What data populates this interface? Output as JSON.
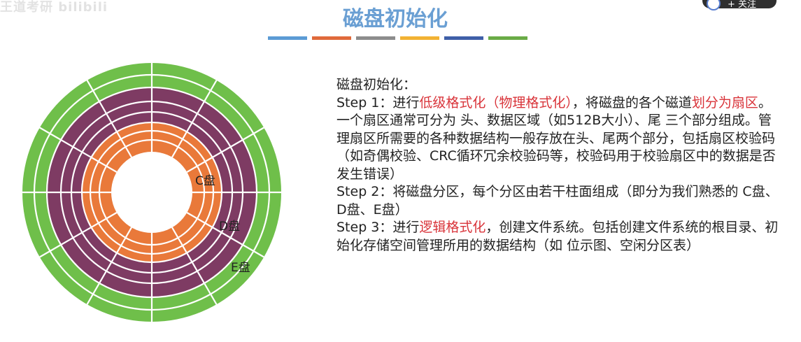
{
  "watermark": "王道考研 bilibili",
  "follow": {
    "label": "+ 关注"
  },
  "title": "磁盘初始化",
  "colors": {
    "title": "#6a9fd3",
    "highlight": "#d9343a",
    "ring_outer": "#6fbf4a",
    "ring_middle": "#7e3b63",
    "ring_inner": "#e9793a",
    "color_bar": [
      "#5b9bd5",
      "#e06a3b",
      "#8c8c8c",
      "#f2b233",
      "#3f5fa8",
      "#6aab46"
    ]
  },
  "disk": {
    "labels": {
      "c": "C盘",
      "d": "D盘",
      "e": "E盘"
    }
  },
  "content": {
    "heading": "磁盘初始化：",
    "step1": {
      "prefix": "Step 1：进行",
      "hl1": "低级格式化（物理格式化）",
      "mid": "，将磁盘的各个磁道",
      "hl2": "划分为扇区",
      "rest": "。一个扇区通常可分为 头、数据区域（如512B大小）、尾 三个部分组成。管理扇区所需要的各种数据结构一般存放在头、尾两个部分，包括扇区校验码（如奇偶校验、CRC循环冗余校验码等，校验码用于校验扇区中的数据是否发生错误）"
    },
    "step2": "Step 2：将磁盘分区，每个分区由若干柱面组成（即分为我们熟悉的 C盘、D盘、E盘）",
    "step3": {
      "prefix": "Step 3：进行",
      "hl": "逻辑格式化",
      "rest": "，创建文件系统。包括创建文件系统的根目录、初始化存储空间管理所用的数据结构（如 位示图、空闲分区表）"
    }
  }
}
